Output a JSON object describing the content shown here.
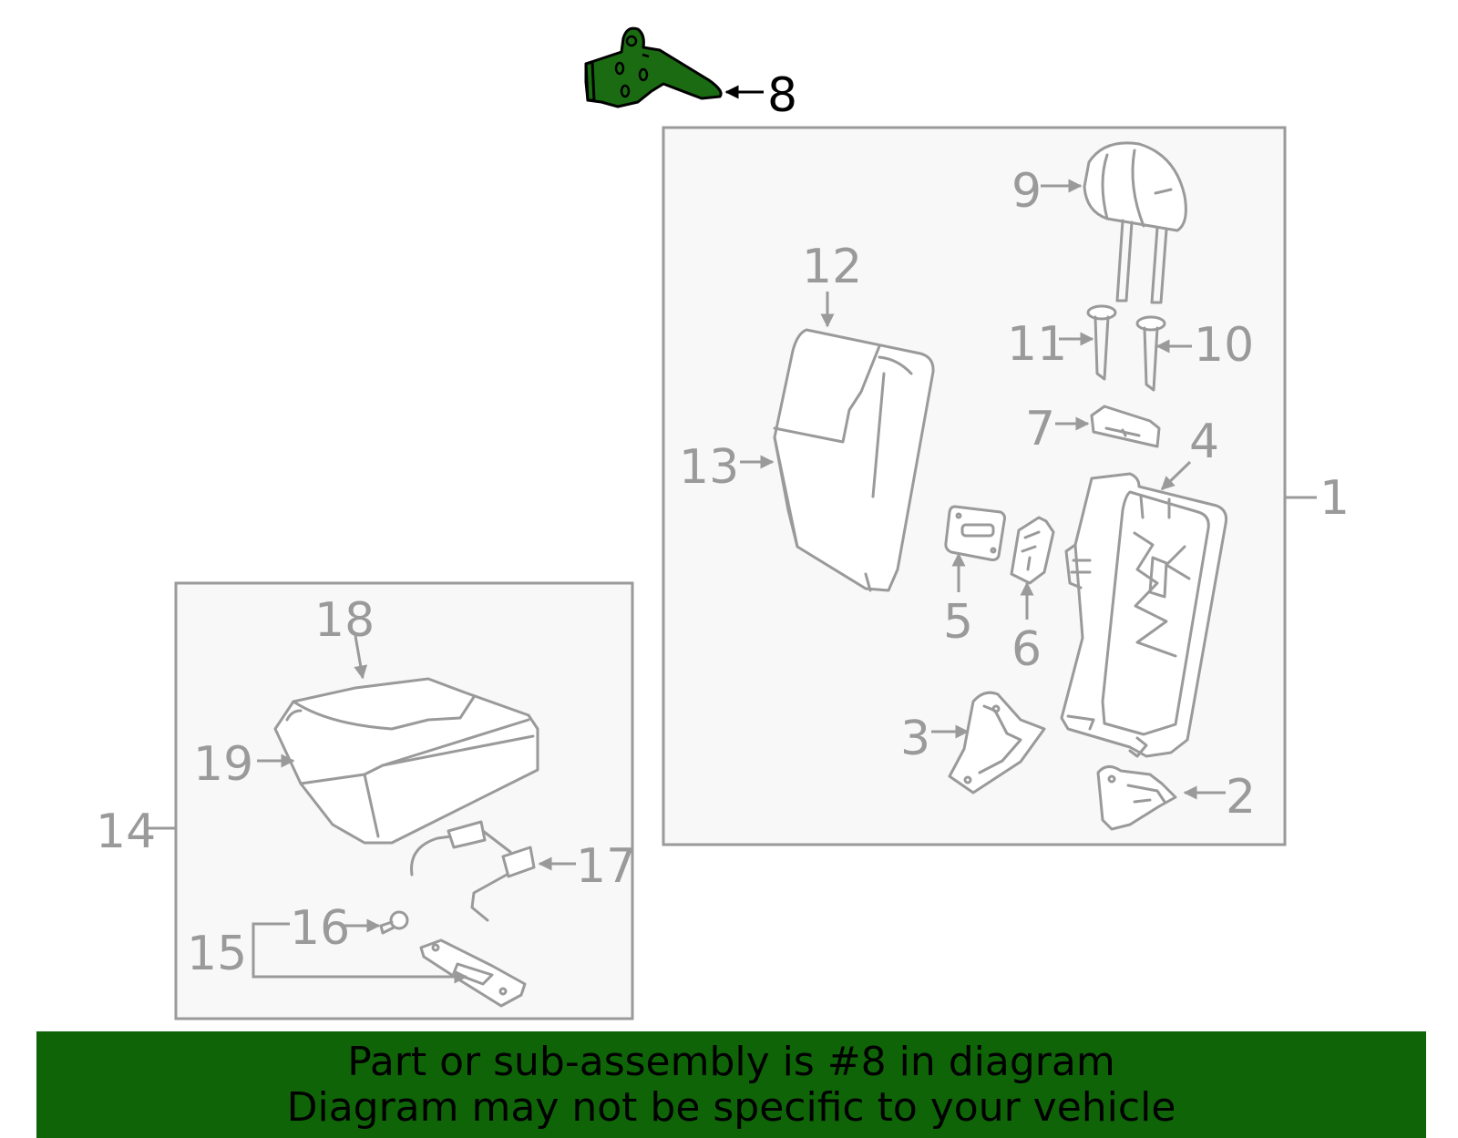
{
  "callouts": {
    "c1": "1",
    "c2": "2",
    "c3": "3",
    "c4": "4",
    "c5": "5",
    "c6": "6",
    "c7": "7",
    "c8": "8",
    "c9": "9",
    "c10": "10",
    "c11": "11",
    "c12": "12",
    "c13": "13",
    "c14": "14",
    "c15": "15",
    "c16": "16",
    "c17": "17",
    "c18": "18",
    "c19": "19"
  },
  "highlighted_part": "8",
  "colors": {
    "highlight_part": "#1b6b12",
    "banner": "#0f6408",
    "line_art": "#9a9a9a"
  },
  "banner": {
    "line1": "Part or sub-assembly is #8 in diagram",
    "line2": "Diagram may not be specific to your vehicle"
  }
}
